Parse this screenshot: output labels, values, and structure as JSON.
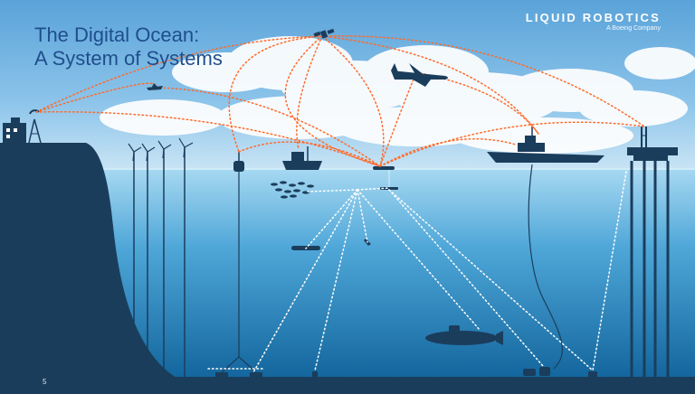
{
  "slide": {
    "title_line1": "The Digital Ocean:",
    "title_line2": "A System of Systems",
    "brand_name": "LIQUID ROBOTICS",
    "brand_tagline": "A Boeing Company",
    "page_number": "5"
  },
  "colors": {
    "title": "#1f4e8c",
    "silhouette": "#1b3d5c",
    "sky_link": "#ff6a2a",
    "underwater_link": "#ffffff",
    "water_surface": "#9fd3f0",
    "water_deep": "#0b5e96"
  },
  "icons": [
    "satellite-icon",
    "airplane-icon",
    "drone-icon",
    "radio-tower-icon",
    "wind-turbine-icon",
    "ship-icon",
    "warship-icon",
    "oil-rig-icon",
    "submarine-icon",
    "fish-icon",
    "wave-glider-icon",
    "buoy-icon"
  ]
}
